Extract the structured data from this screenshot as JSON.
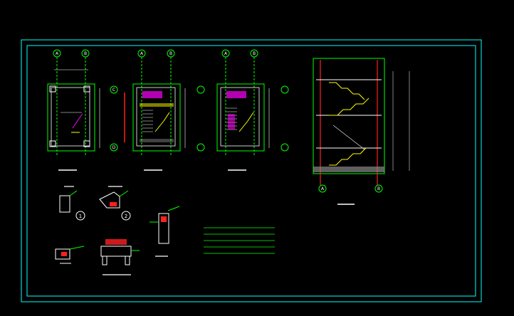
{
  "sheet": {
    "bubbles": {
      "plan1": [
        "A",
        "B"
      ],
      "plan2": [
        "A",
        "B"
      ],
      "plan3": [
        "A",
        "B"
      ],
      "section": [
        "A",
        "B"
      ]
    },
    "row_bubbles": [
      "C",
      "D"
    ],
    "detail_markers": [
      "1",
      "2"
    ],
    "labels": {
      "plan1_title": "",
      "plan2_title": "",
      "plan3_title": "",
      "section_title": "",
      "detail_title": "",
      "notes_title": "",
      "scale": ""
    },
    "notes": [
      "",
      "",
      "",
      ""
    ],
    "colors": {
      "border": "#00ffff",
      "cad_green": "#00ff00",
      "cad_yellow": "#ffff00",
      "cad_magenta": "#ff00ff",
      "cad_red": "#ff2020",
      "cad_white": "#ffffff"
    }
  }
}
